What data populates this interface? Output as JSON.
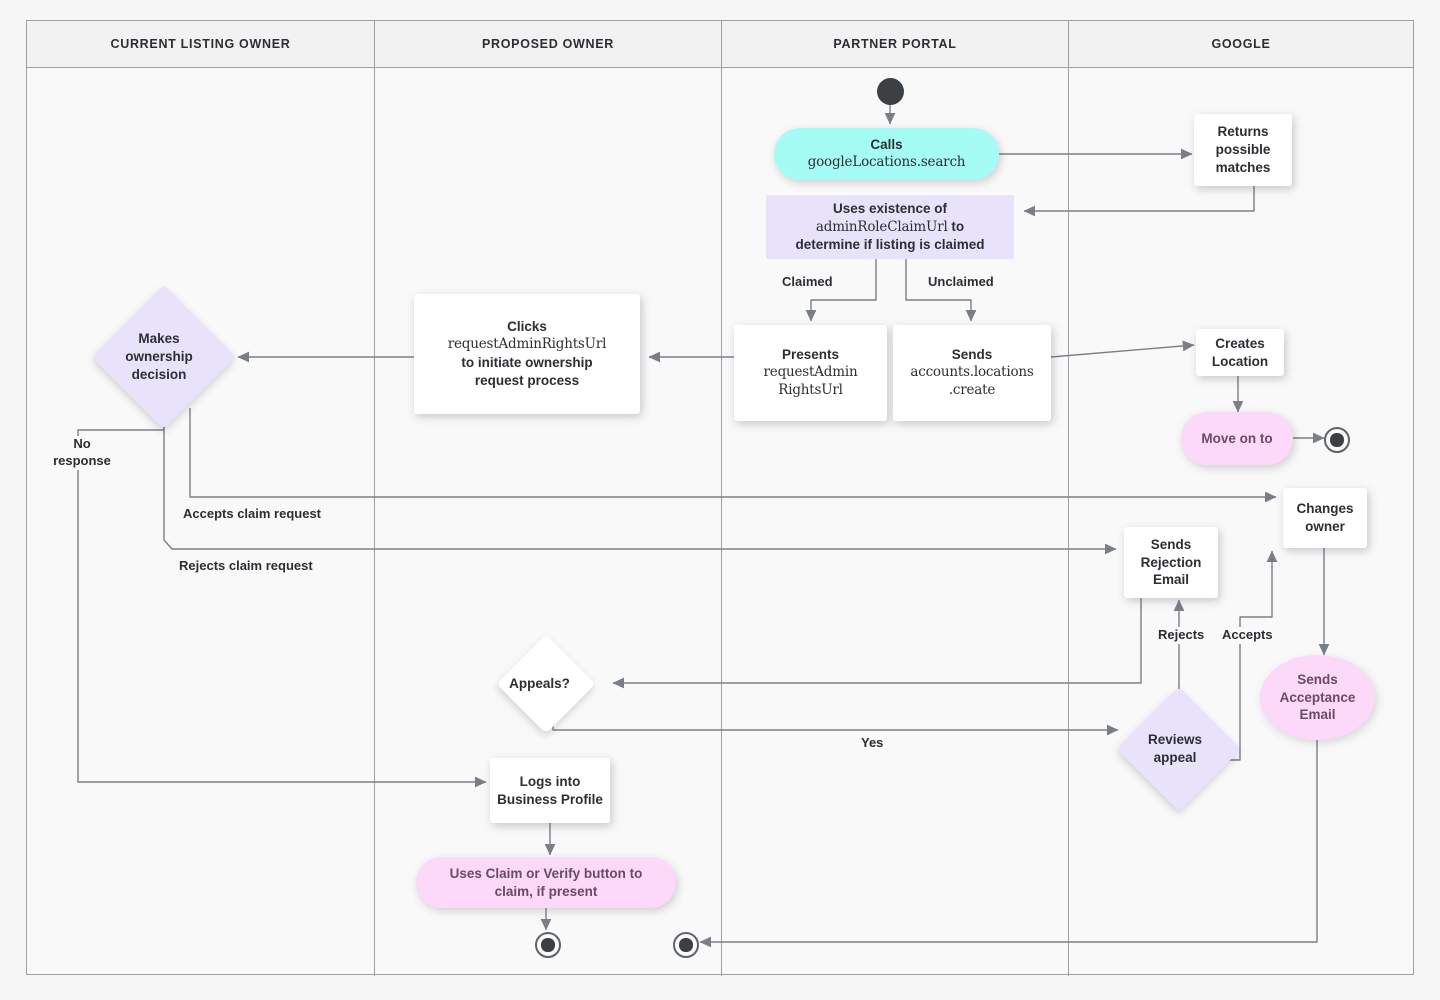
{
  "diagram": {
    "title": "Business listing ownership transfer flow",
    "colors": {
      "canvas": "#f7f7f8",
      "lane_border": "#9aa0a6",
      "edge": "#7a7f87",
      "text": "#2b2f33",
      "cyan": "#a5fcf5",
      "lavender": "#e8e3fa",
      "pink": "#fcd9f8",
      "white": "#ffffff"
    },
    "lanes": [
      {
        "id": "current-listing-owner",
        "label": "CURRENT LISTING OWNER"
      },
      {
        "id": "proposed-owner",
        "label": "PROPOSED OWNER"
      },
      {
        "id": "partner-portal",
        "label": "PARTNER PORTAL"
      },
      {
        "id": "google",
        "label": "GOOGLE"
      }
    ],
    "nodes": [
      {
        "id": "start",
        "shape": "start-dot",
        "lane": "partner-portal",
        "label": ""
      },
      {
        "id": "calls-search",
        "shape": "stadium",
        "lane": "partner-portal",
        "color": "cyan",
        "line1": "Calls",
        "line2": "googleLocations.search"
      },
      {
        "id": "returns-matches",
        "shape": "rect",
        "lane": "google",
        "color": "white",
        "label": "Returns possible matches"
      },
      {
        "id": "uses-existence",
        "shape": "rect-flat",
        "lane": "partner-portal",
        "color": "lavender",
        "line1": "Uses existence of",
        "line2": "adminRoleClaimUrl",
        "line3": "to",
        "line4": "determine if listing is claimed"
      },
      {
        "id": "presents-url",
        "shape": "rect",
        "lane": "partner-portal",
        "color": "white",
        "line1": "Presents",
        "line2": "requestAdmin",
        "line3": "RightsUrl"
      },
      {
        "id": "sends-create",
        "shape": "rect",
        "lane": "partner-portal",
        "color": "white",
        "line1": "Sends",
        "line2": "accounts.locations",
        "line3": ".create"
      },
      {
        "id": "clicks-url",
        "shape": "rect",
        "lane": "proposed-owner",
        "color": "white",
        "line1": "Clicks",
        "line2": "requestAdminRightsUrl",
        "line3": "to initiate ownership",
        "line4": "request process"
      },
      {
        "id": "makes-decision",
        "shape": "diamond",
        "lane": "current-listing-owner",
        "color": "lavender",
        "label": "Makes ownership decision"
      },
      {
        "id": "creates-location",
        "shape": "rect",
        "lane": "google",
        "color": "white",
        "label": "Creates Location"
      },
      {
        "id": "move-on-to",
        "shape": "stadium",
        "lane": "google",
        "color": "pink",
        "label": "Move on to"
      },
      {
        "id": "end-google",
        "shape": "end-dot",
        "lane": "google",
        "label": ""
      },
      {
        "id": "changes-owner",
        "shape": "rect",
        "lane": "google",
        "color": "white",
        "label": "Changes owner"
      },
      {
        "id": "sends-rejection",
        "shape": "rect",
        "lane": "google",
        "color": "white",
        "label": "Sends Rejection Email"
      },
      {
        "id": "sends-acceptance",
        "shape": "ellipse",
        "lane": "google",
        "color": "pink",
        "label": "Sends Acceptance Email"
      },
      {
        "id": "reviews-appeal",
        "shape": "diamond",
        "lane": "google",
        "color": "lavender",
        "label": "Reviews appeal"
      },
      {
        "id": "appeals",
        "shape": "diamond",
        "lane": "proposed-owner",
        "color": "white",
        "label": "Appeals?"
      },
      {
        "id": "logs-into",
        "shape": "rect",
        "lane": "proposed-owner",
        "color": "white",
        "label": "Logs into Business Profile"
      },
      {
        "id": "uses-claim",
        "shape": "stadium",
        "lane": "proposed-owner",
        "color": "pink",
        "label": "Uses Claim or Verify button to claim, if present"
      },
      {
        "id": "end-proposed",
        "shape": "end-dot",
        "lane": "proposed-owner",
        "label": ""
      },
      {
        "id": "end-partner",
        "shape": "end-dot",
        "lane": "partner-portal",
        "label": ""
      }
    ],
    "edge_labels": [
      {
        "id": "claimed",
        "text": "Claimed"
      },
      {
        "id": "unclaimed",
        "text": "Unclaimed"
      },
      {
        "id": "no-response",
        "text": "No response"
      },
      {
        "id": "accepts-claim",
        "text": "Accepts claim request"
      },
      {
        "id": "rejects-claim",
        "text": "Rejects claim request"
      },
      {
        "id": "rejects",
        "text": "Rejects"
      },
      {
        "id": "accepts",
        "text": "Accepts"
      },
      {
        "id": "yes",
        "text": "Yes"
      }
    ],
    "node_text": {
      "calls_line1": "Calls",
      "calls_line2": "googleLocations.search",
      "returns_matches": "Returns possible matches",
      "uses_existence_a": "Uses existence of",
      "uses_existence_b": "adminRoleClaimUrl",
      "uses_existence_c": " to",
      "uses_existence_d": "determine if listing is claimed",
      "presents_a": "Presents",
      "presents_b": "requestAdmin",
      "presents_c": "RightsUrl",
      "sends_create_a": "Sends",
      "sends_create_b": "accounts.locations",
      "sends_create_c": ".create",
      "clicks_a": "Clicks",
      "clicks_b": "requestAdminRightsUrl",
      "clicks_c": "to initiate ownership",
      "clicks_d": "request process",
      "makes_decision": "Makes ownership decision",
      "creates_location": "Creates Location",
      "move_on_to": "Move on to",
      "changes_owner": "Changes owner",
      "sends_rejection": "Sends Rejection Email",
      "sends_acceptance": "Sends Acceptance Email",
      "reviews_appeal": "Reviews appeal",
      "appeals": "Appeals?",
      "logs_into": "Logs into Business Profile",
      "uses_claim": "Uses Claim or Verify button to claim, if present"
    }
  }
}
